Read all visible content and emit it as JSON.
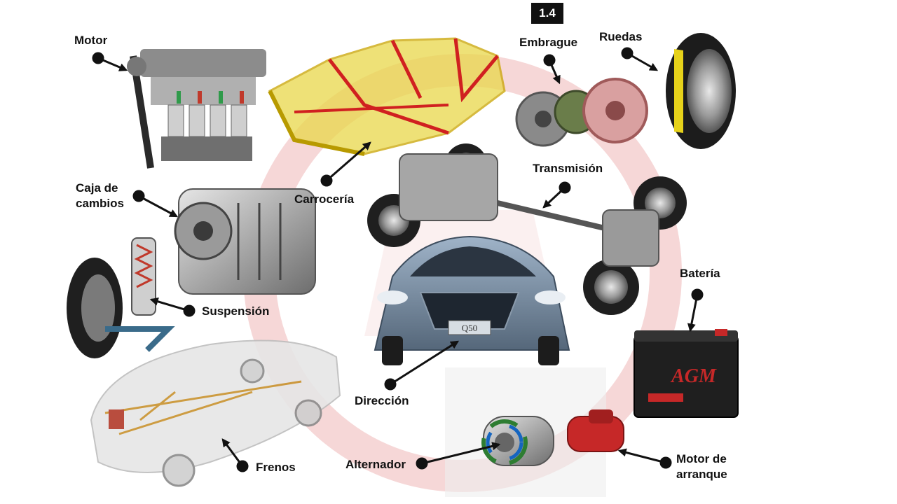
{
  "badge": "1.4",
  "colors": {
    "accent": "#e8b4b4",
    "frame_yellow": "#e0c020",
    "frame_red": "#d02020",
    "battery_red": "#c62828"
  },
  "labels": {
    "motor": "Motor",
    "carroceria": "Carrocería",
    "embrague": "Embrague",
    "ruedas": "Ruedas",
    "caja_line1": "Caja de",
    "caja_line2": "cambios",
    "transmision": "Transmisión",
    "suspension": "Suspensión",
    "bateria": "Batería",
    "direccion": "Dirección",
    "frenos": "Frenos",
    "alternador": "Alternador",
    "motor_arranque_line1": "Motor de",
    "motor_arranque_line2": "arranque"
  },
  "car_texts": {
    "model": "Q50",
    "battery_brand": "AGM"
  }
}
